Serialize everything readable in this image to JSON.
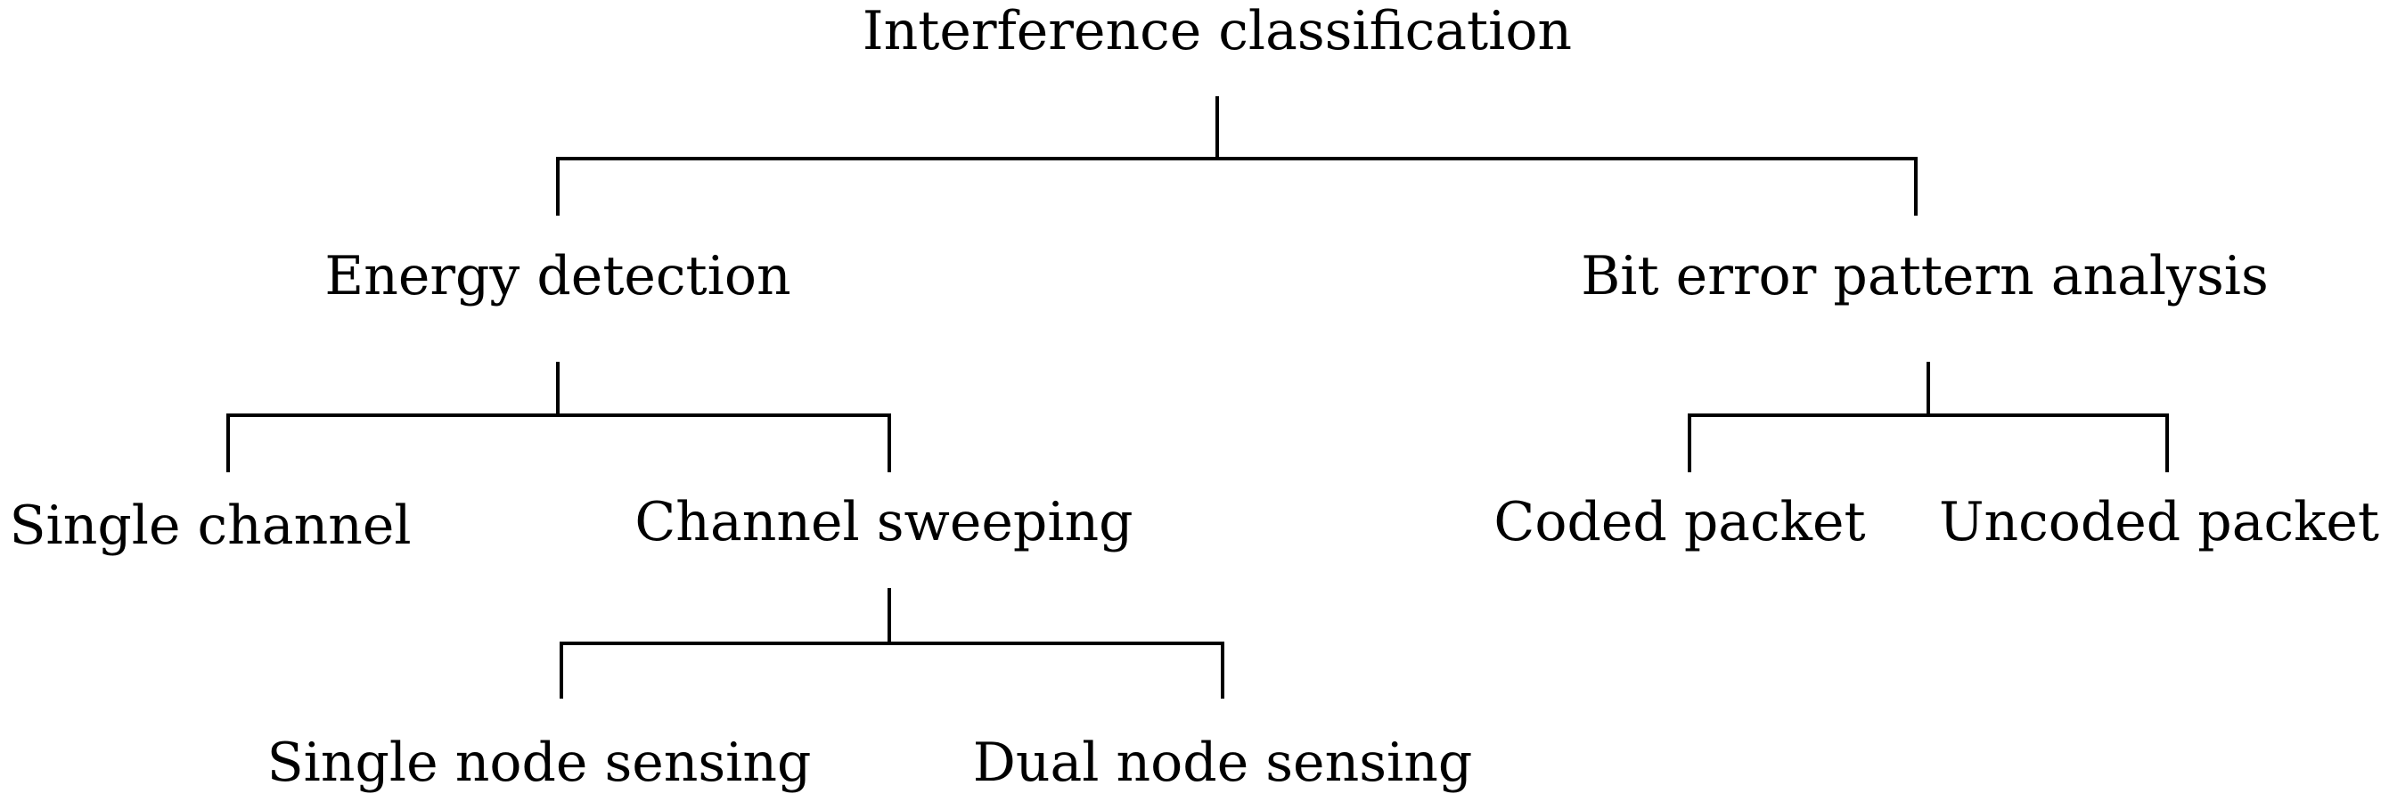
{
  "diagram": {
    "type": "tree",
    "root": {
      "label": "Interference classification",
      "children": [
        {
          "label": "Energy detection",
          "children": [
            {
              "label": "Single channel"
            },
            {
              "label": "Channel sweeping",
              "children": [
                {
                  "label": "Single node sensing"
                },
                {
                  "label": "Dual node sensing"
                }
              ]
            }
          ]
        },
        {
          "label": "Bit error pattern analysis",
          "children": [
            {
              "label": "Coded packet"
            },
            {
              "label": "Uncoded packet"
            }
          ]
        }
      ]
    }
  }
}
